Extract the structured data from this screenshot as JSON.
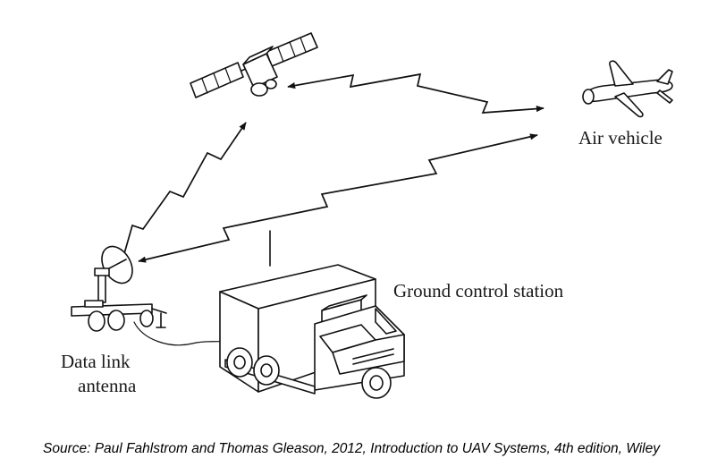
{
  "labels": {
    "air_vehicle": "Air vehicle",
    "ground_control_station": "Ground control station",
    "data_link_line1": "Data link",
    "data_link_line2": "antenna"
  },
  "caption": "Source: Paul Fahlstrom and Thomas Gleason, 2012, Introduction to UAV Systems, 4th edition, Wiley",
  "colors": {
    "line": "#111111",
    "background": "#ffffff"
  }
}
